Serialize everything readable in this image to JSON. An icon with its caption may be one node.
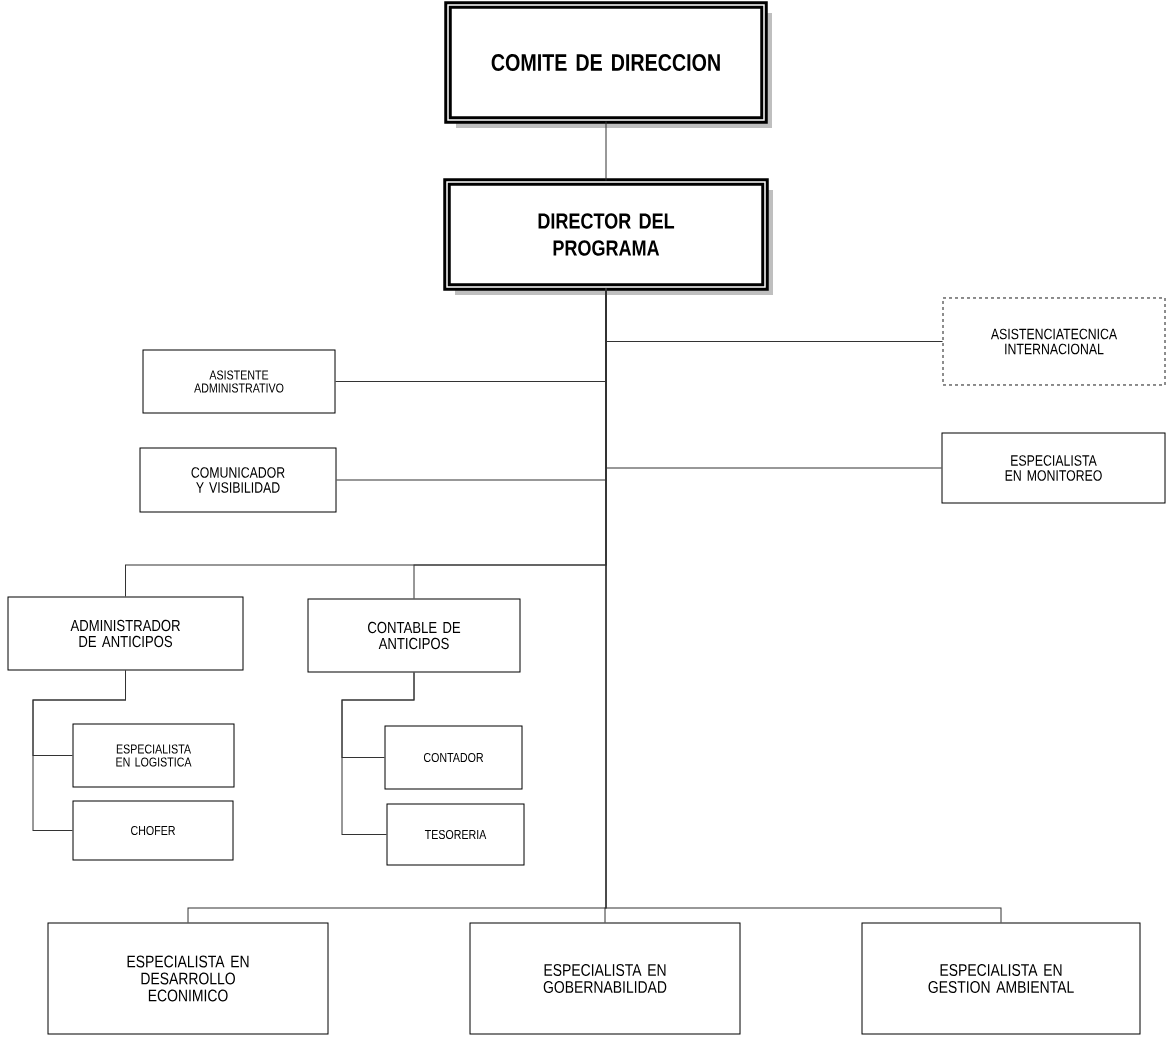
{
  "diagram": {
    "nodes": [
      {
        "text": [
          "COMITE  DE  DIRECCION"
        ]
      },
      {
        "text": [
          "DIRECTOR  DEL PROGRAMA"
        ]
      },
      {
        "text": [
          "ASISTENCIATECNICA INTERNACIONAL"
        ]
      },
      {
        "text": [
          "ASISTENTE ADMINISTRATIVO"
        ]
      },
      {
        "text": [
          "ESPECIALISTA EN MONITOREO"
        ]
      },
      {
        "text": [
          "COMUNICADOR Y VISIBILIDAD"
        ]
      },
      {
        "text": [
          "ADMINISTRADOR DE  ANTICIPOS"
        ]
      },
      {
        "text": [
          "CONTABLE DE  ANTICIPOS"
        ]
      },
      {
        "text": [
          "ESPECIALISTA EN LOGISTICA"
        ]
      },
      {
        "text": [
          "CHOFER"
        ]
      },
      {
        "text": [
          "CONTADOR"
        ]
      },
      {
        "text": [
          "TESORERIA"
        ]
      },
      {
        "text": [
          "ESPECIALISTA EN DESARROLLO ECONIMICO"
        ]
      },
      {
        "text": [
          "ESPECIALISTA  EN GOBERNABILIDAD"
        ]
      },
      {
        "text": [
          "ESPECIALISTA  EN GESTION AMBIENTAL"
        ]
      }
    ],
    "edges": [
      {
        "from": 0,
        "to": 1,
        "arrow": "none"
      },
      {
        "from": 1,
        "to": 2,
        "arrow": "none"
      },
      {
        "from": 1,
        "to": 3,
        "arrow": "none"
      },
      {
        "from": 1,
        "to": 4,
        "arrow": "none"
      },
      {
        "from": 1,
        "to": 5,
        "arrow": "none"
      },
      {
        "from": 1,
        "to": 6,
        "arrow": "none"
      },
      {
        "from": 1,
        "to": 7,
        "arrow": "none"
      },
      {
        "from": 6,
        "to": 8,
        "arrow": "none"
      },
      {
        "from": 6,
        "to": 9,
        "arrow": "none"
      },
      {
        "from": 7,
        "to": 10,
        "arrow": "none"
      },
      {
        "from": 7,
        "to": 11,
        "arrow": "none"
      },
      {
        "from": 1,
        "to": 12,
        "arrow": "none"
      },
      {
        "from": 1,
        "to": 13,
        "arrow": "none"
      },
      {
        "from": 1,
        "to": 14,
        "arrow": "none"
      }
    ]
  }
}
